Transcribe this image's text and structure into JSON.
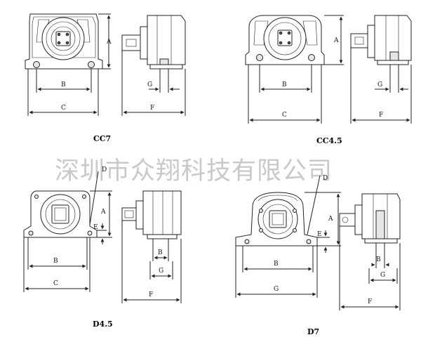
{
  "watermark": "深圳市众翔科技有限公司",
  "models": [
    {
      "title": "CC7",
      "dims": {
        "A": "A",
        "B": "B",
        "C": "C",
        "F": "F",
        "G": "G"
      }
    },
    {
      "title": "CC4.5",
      "dims": {
        "A": "A",
        "B": "B",
        "C": "C",
        "F": "F",
        "G": "G"
      }
    },
    {
      "title": "D4.5",
      "dims": {
        "A": "A",
        "B": "B",
        "C": "C",
        "D": "D",
        "E": "E",
        "F": "F",
        "G": "G",
        "H": "B"
      }
    },
    {
      "title": "D7",
      "dims": {
        "A": "A",
        "B": "B",
        "C": "G",
        "D": "D",
        "E": "E",
        "F": "F",
        "G": "G",
        "H": "B"
      }
    }
  ]
}
